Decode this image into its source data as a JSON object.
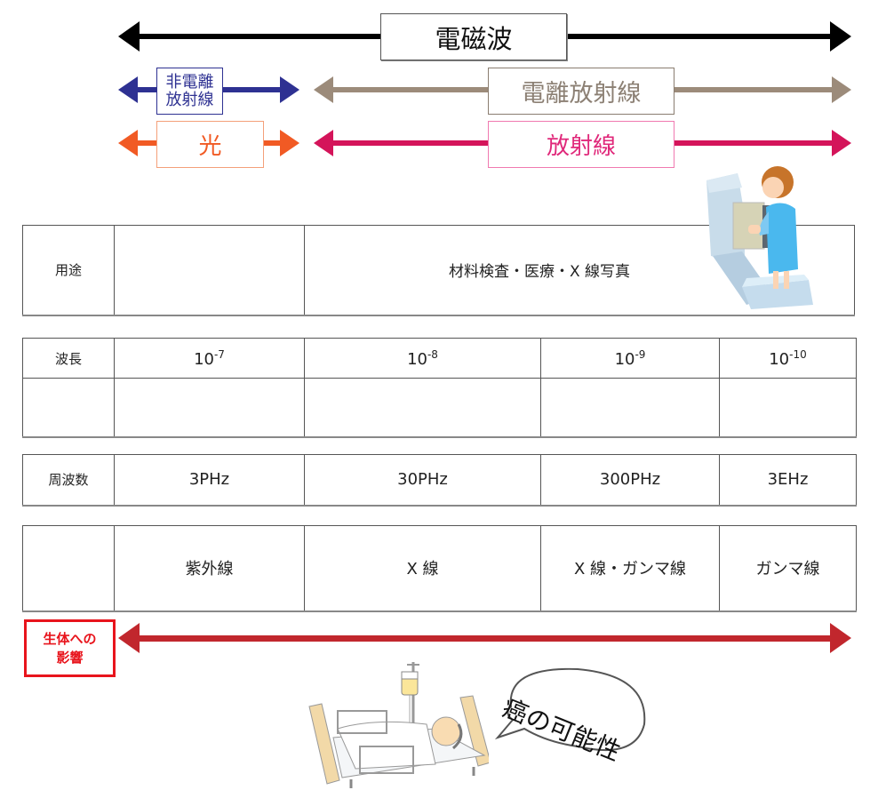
{
  "spectrum_labels": {
    "electromagnetic_wave": "電磁波",
    "non_ionizing_line1": "非電離",
    "non_ionizing_line2": "放射線",
    "ionizing_radiation": "電離放射線",
    "light": "光",
    "radiation": "放射線"
  },
  "colors": {
    "electromagnetic_wave": "#000000",
    "non_ionizing": "#2e3192",
    "ionizing": "#9c8b7a",
    "light": "#f15a24",
    "radiation": "#d4145a",
    "bio_effect": "#c1272d",
    "bio_effect_box": "#e8141c"
  },
  "usage_table": {
    "header": "用途",
    "cells": [
      "",
      "材料検査・医療・X 線写真"
    ]
  },
  "wavelength_table": {
    "header": "波長",
    "values": [
      {
        "base": "10",
        "exp": "-7"
      },
      {
        "base": "10",
        "exp": "-8"
      },
      {
        "base": "10",
        "exp": "-9"
      },
      {
        "base": "10",
        "exp": "-10"
      }
    ],
    "second_row": [
      "",
      "",
      "",
      "",
      ""
    ]
  },
  "frequency_table": {
    "header": "周波数",
    "values": [
      "3PHz",
      "30PHz",
      "300PHz",
      "3EHz"
    ]
  },
  "type_table": {
    "header": "",
    "values": [
      "紫外線",
      "X 線",
      "X 線・ガンマ線",
      "ガンマ線"
    ]
  },
  "bio_effect": {
    "line1": "生体への",
    "line2": "影響"
  },
  "speech_bubble": {
    "text": "癌の可能性"
  },
  "illustrations": {
    "xray_patient": "xray-patient-illustration",
    "hospital_bed": "hospital-bed-patient-illustration"
  }
}
